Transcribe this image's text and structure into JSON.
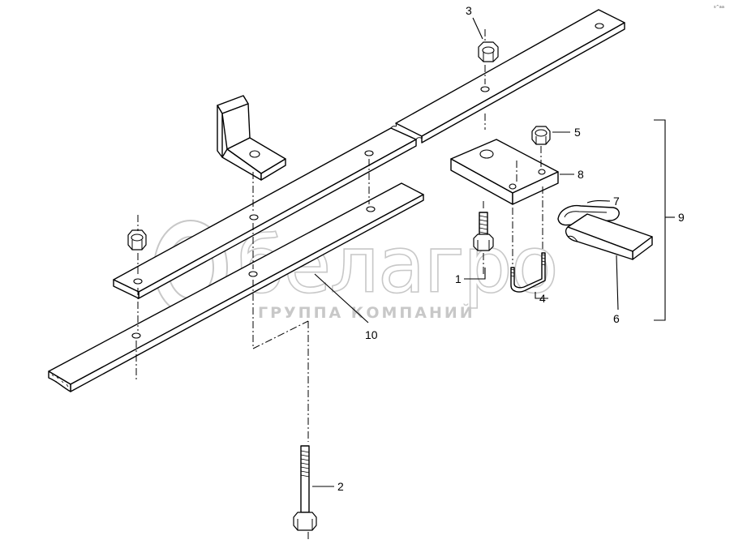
{
  "watermark": {
    "brand": "белагро",
    "tagline": "ГРУППА КОМПАНИЙ"
  },
  "corner_mark": "s^aa",
  "callouts": {
    "c1": "1",
    "c2": "2",
    "c3": "3",
    "c4": "4",
    "c5": "5",
    "c6": "6",
    "c7": "7",
    "c8": "8",
    "c9": "9",
    "c10": "10"
  }
}
